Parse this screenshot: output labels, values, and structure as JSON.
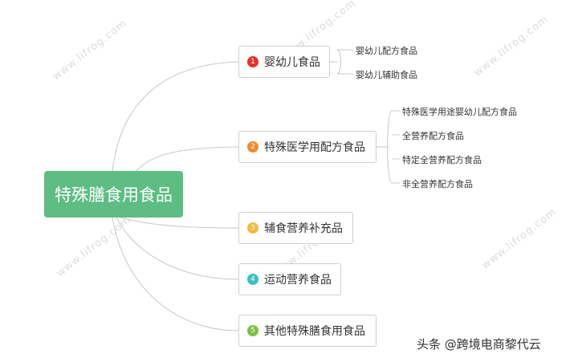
{
  "watermark": "www.lifrog.com",
  "root": {
    "label": "特殊膳食用食品",
    "color": "#5ebd82"
  },
  "branches": [
    {
      "number": "1",
      "badge_color": "#e8302b",
      "label": "婴幼儿食品",
      "children": [
        "婴幼儿配方食品",
        "婴幼儿辅助食品"
      ]
    },
    {
      "number": "2",
      "badge_color": "#f08a2f",
      "label": "特殊医学用配方食品",
      "children": [
        "特殊医学用途婴幼儿配方食品",
        "全营养配方食品",
        "特定全营养配方食品",
        "非全营养配方食品"
      ]
    },
    {
      "number": "3",
      "badge_color": "#f4b942",
      "label": "辅食营养补充品",
      "children": []
    },
    {
      "number": "4",
      "badge_color": "#3cbfc6",
      "label": "运动营养食品",
      "children": []
    },
    {
      "number": "5",
      "badge_color": "#7bc144",
      "label": "其他特殊膳食用食品",
      "children": []
    }
  ],
  "credit": "头条 @跨境电商黎代云"
}
